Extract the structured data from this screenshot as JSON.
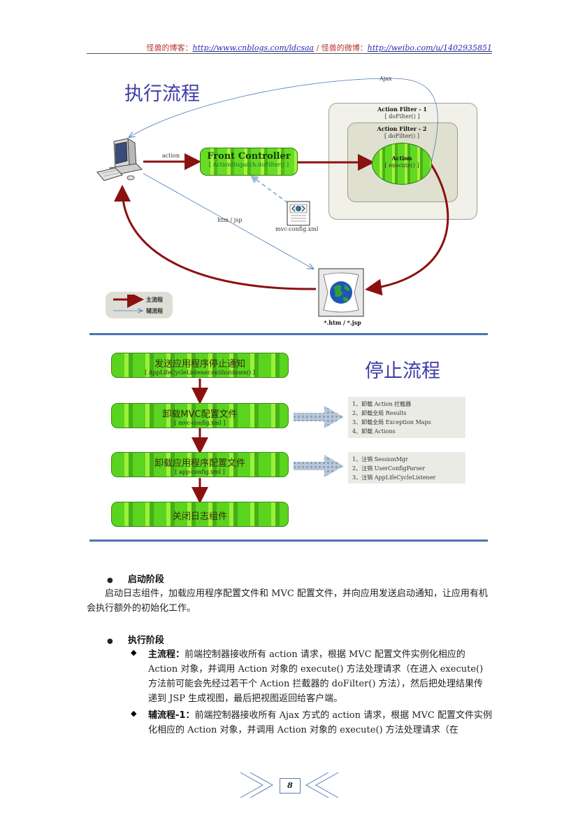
{
  "header": {
    "prefix1": "怪兽的博客：",
    "link1": "http://www.cnblogs.com/ldcsaa",
    "separator": " / 怪兽的微博：",
    "link2": "http://weibo.com/u/1402935851"
  },
  "exec_flow": {
    "title": "执行流程",
    "ajax_label": "Ajax",
    "action_label": "action",
    "front_controller": {
      "title": "Front Controller",
      "subtitle": "[ ActionDispatch.doFilter() ]"
    },
    "filter1": {
      "title": "Action Filter - 1",
      "subtitle": "[ doFilter() ]"
    },
    "filter2": {
      "title": "Action Filter - 2",
      "subtitle": "[ doFilter() ]"
    },
    "action": {
      "title": "Action",
      "subtitle": "[ execute() ]"
    },
    "htm_label": "htm / jsp",
    "mvc_config_label": "mvc-config.xml",
    "view_label": "*.htm / *.jsp",
    "legend": {
      "main": "主流程",
      "aux": "辅流程"
    }
  },
  "stop_flow": {
    "title": "停止流程",
    "steps": [
      {
        "title": "发送应用程序停止通知",
        "subtitle": "[ AppLifeCycleListener.onShutdown() ]"
      },
      {
        "title": "卸载MVC配置文件",
        "subtitle": "[ mvc-config.xml ]"
      },
      {
        "title": "卸载应用程序配置文件",
        "subtitle": "[ app-config.xml ]"
      },
      {
        "title": "关闭日志组件",
        "subtitle": ""
      }
    ],
    "notes1": [
      "1、卸载 Action 拦截器",
      "2、卸载全局 Results",
      "3、卸载全局 Exception Maps",
      "4、卸载 Actions"
    ],
    "notes2": [
      "1、注销 SessionMgr",
      "2、注销 UserConfigParser",
      "3、注销 AppLifeCycleListener"
    ]
  },
  "body": {
    "startup_heading": "启动阶段",
    "startup_text": "启动日志组件，加载应用程序配置文件和 MVC 配置文件，并向应用发送启动通知，让应用有机会执行额外的初始化工作。",
    "exec_heading": "执行阶段",
    "main_label": "主流程：",
    "main_text": "前端控制器接收所有 action 请求，根据 MVC 配置文件实例化相应的 Action 对象，并调用 Action 对象的 execute() 方法处理请求（在进入 execute() 方法前可能会先经过若干个 Action 拦截器的 doFilter() 方法），然后把处理结果传递到 JSP 生成视图，最后把视图返回给客户端。",
    "aux_label": "辅流程-1：",
    "aux_text": "前端控制器接收所有 Ajax 方式的 action 请求，根据 MVC 配置文件实例化相应的 Action 对象，并调用 Action 对象的 execute()  方法处理请求（在"
  },
  "footer": {
    "page_number": "8"
  }
}
